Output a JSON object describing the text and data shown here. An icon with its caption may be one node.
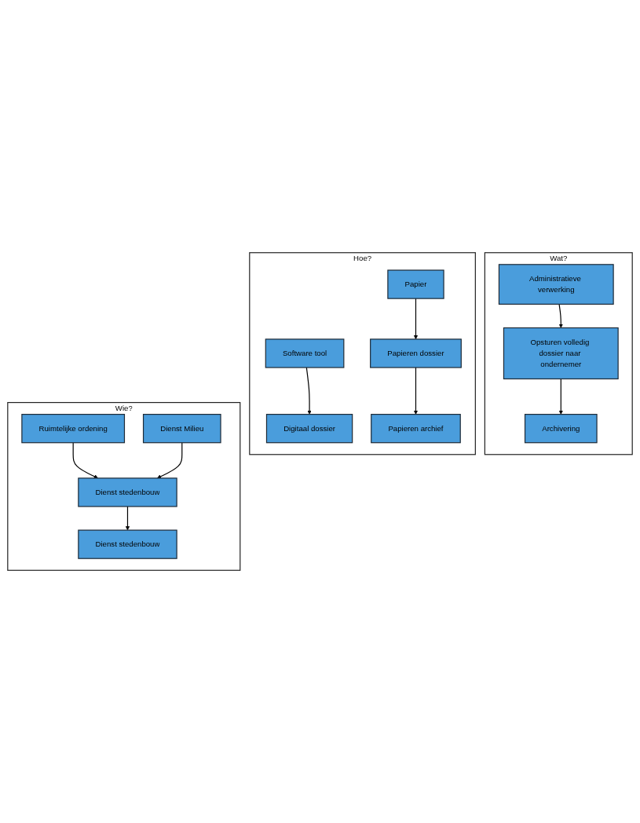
{
  "diagram": {
    "nodes": [
      {
        "text": [
          "Wat?"
        ]
      },
      {
        "text": [
          "Administratieve verwerking"
        ],
        "in": 0
      },
      {
        "text": [
          "Opsturen volledig dossier naar ondernemer"
        ],
        "in": 0
      },
      {
        "text": [
          "Archivering"
        ],
        "in": 0
      },
      {
        "text": [
          "Hoe?"
        ]
      },
      {
        "text": [
          "Software tool"
        ],
        "in": 4
      },
      {
        "text": [
          "Digitaal dossier"
        ],
        "in": 4
      },
      {
        "text": [
          "Papier"
        ],
        "in": 4
      },
      {
        "text": [
          "Papieren dossier"
        ],
        "in": 4
      },
      {
        "text": [
          "Papieren archief"
        ],
        "in": 4
      },
      {
        "text": [
          "Wie?"
        ]
      },
      {
        "text": [
          "Ruimtelijke ordening"
        ],
        "in": 10
      },
      {
        "text": [
          "Dienst Milieu"
        ],
        "in": 10
      },
      {
        "text": [
          "Dienst stedenbouw"
        ],
        "in": 10
      },
      {
        "text": [
          "Dienst stedenbouw"
        ],
        "in": 10
      }
    ],
    "edges": [
      {
        "from": 1,
        "to": 2,
        "arrow": "to"
      },
      {
        "from": 2,
        "to": 3,
        "arrow": "to"
      },
      {
        "from": 5,
        "to": 6,
        "arrow": "to"
      },
      {
        "from": 7,
        "to": 8,
        "arrow": "to"
      },
      {
        "from": 8,
        "to": 9,
        "arrow": "to"
      },
      {
        "from": 11,
        "to": 13,
        "arrow": "to"
      },
      {
        "from": 12,
        "to": 13,
        "arrow": "to"
      },
      {
        "from": 13,
        "to": 14,
        "arrow": "to"
      }
    ]
  }
}
